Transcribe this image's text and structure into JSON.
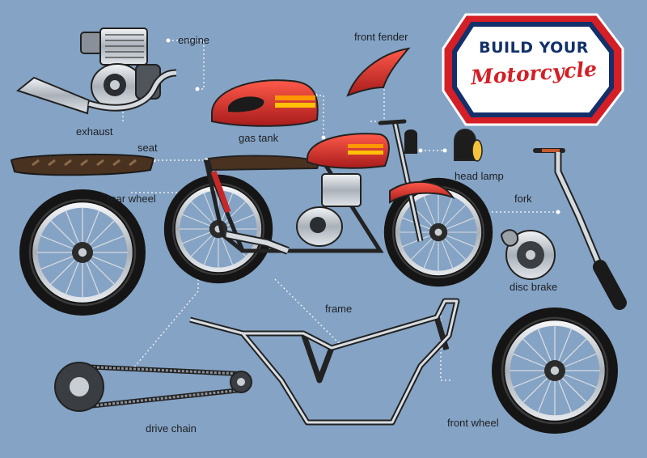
{
  "badge": {
    "line1": "BUILD YOUR",
    "line2": "Motorcycle"
  },
  "labels": {
    "engine": "engine",
    "front_fender": "front fender",
    "exhaust": "exhaust",
    "gas_tank": "gas tank",
    "seat": "seat",
    "head_lamp": "head lamp",
    "rear_wheel": "rear wheel",
    "fork": "fork",
    "disc_brake": "disc brake",
    "frame": "frame",
    "drive_chain": "drive chain",
    "front_wheel": "front wheel"
  },
  "colors": {
    "background": "#85a3c4",
    "tank_red": "#d32f2f",
    "tank_stripe": "#f57c00",
    "chrome": "#c9ced4",
    "dark": "#26282b",
    "seat_brown": "#6d4c2f",
    "badge_red": "#d41f26",
    "badge_navy": "#13306a"
  }
}
